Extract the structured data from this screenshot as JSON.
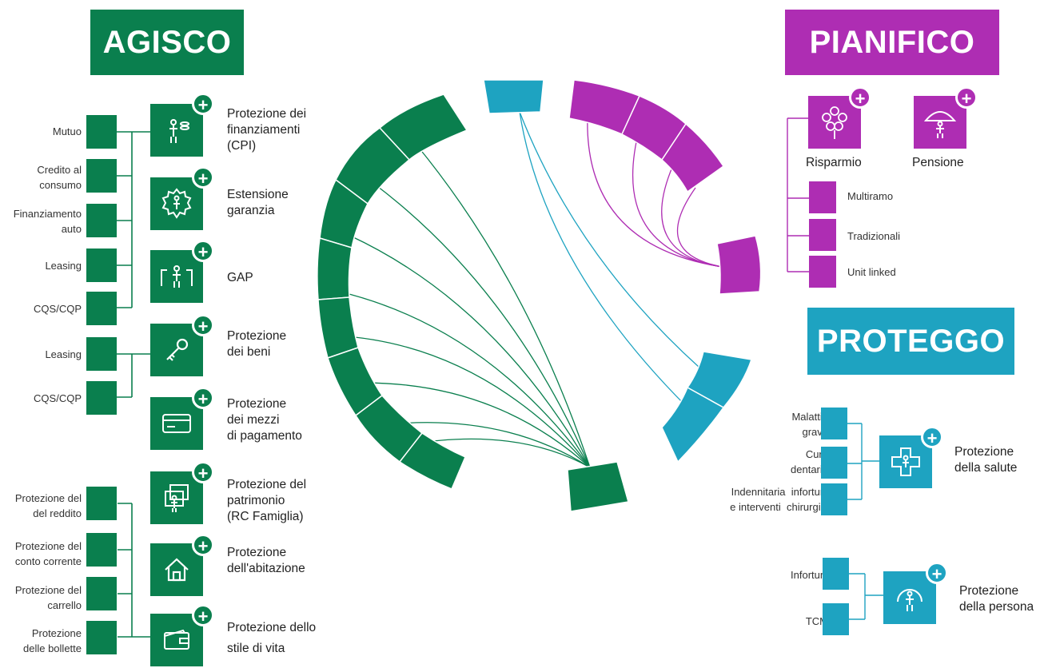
{
  "colors": {
    "green": "#0a7f4e",
    "magenta": "#ae2db3",
    "blue": "#1ea3c1"
  },
  "banners": {
    "agisco": "AGISCO",
    "pianifico": "PIANIFICO",
    "proteggo": "PROTEGGO"
  },
  "plus_symbol": "+",
  "agisco": {
    "left_labels": [
      "Mutuo",
      "Credito al\nconsumo",
      "Finanziamento\nauto",
      "Leasing",
      "CQS/CQP",
      "Leasing",
      "CQS/CQP"
    ],
    "left_labels_lower": [
      "Protezione del\ndel reddito",
      "Protezione del\nconto corrente",
      "Protezione del\ncarrello",
      "Protezione\ndelle bollette"
    ],
    "products": [
      {
        "label": "Protezione dei\nfinanziamenti\n(CPI)",
        "icon": "person-coins-icon"
      },
      {
        "label": "Estensione\ngaranzia",
        "icon": "seal-person-icon"
      },
      {
        "label": "GAP",
        "icon": "car-gap-icon"
      },
      {
        "label": "Protezione\ndei beni",
        "icon": "key-icon"
      },
      {
        "label": "Protezione\ndei mezzi\ndi pagamento",
        "icon": "credit-card-icon"
      },
      {
        "label": "Protezione del\npatrimonio\n(RC Famiglia)",
        "icon": "person-frames-icon"
      },
      {
        "label": "Protezione\ndell'abitazione",
        "icon": "house-icon"
      },
      {
        "label": "Protezione dello\nstile di vita",
        "icon": "wallet-icon"
      }
    ]
  },
  "pianifico": {
    "products": [
      {
        "label": "Risparmio",
        "icon": "savings-flower-icon"
      },
      {
        "label": "Pensione",
        "icon": "umbrella-person-icon"
      }
    ],
    "items": [
      "Multiramo",
      "Tradizionali",
      "Unit linked"
    ]
  },
  "proteggo": {
    "salute_items": [
      "Malattia\ngrave",
      "Cure\ndentarie",
      "Indennitaria  infortuni\ne interventi  chirurgici"
    ],
    "salute_label": "Protezione\ndella salute",
    "salute_icon": "health-cross-icon",
    "persona_items": [
      "Infortuni",
      "TCM"
    ],
    "persona_label": "Protezione\ndella persona",
    "persona_icon": "shield-person-icon"
  }
}
